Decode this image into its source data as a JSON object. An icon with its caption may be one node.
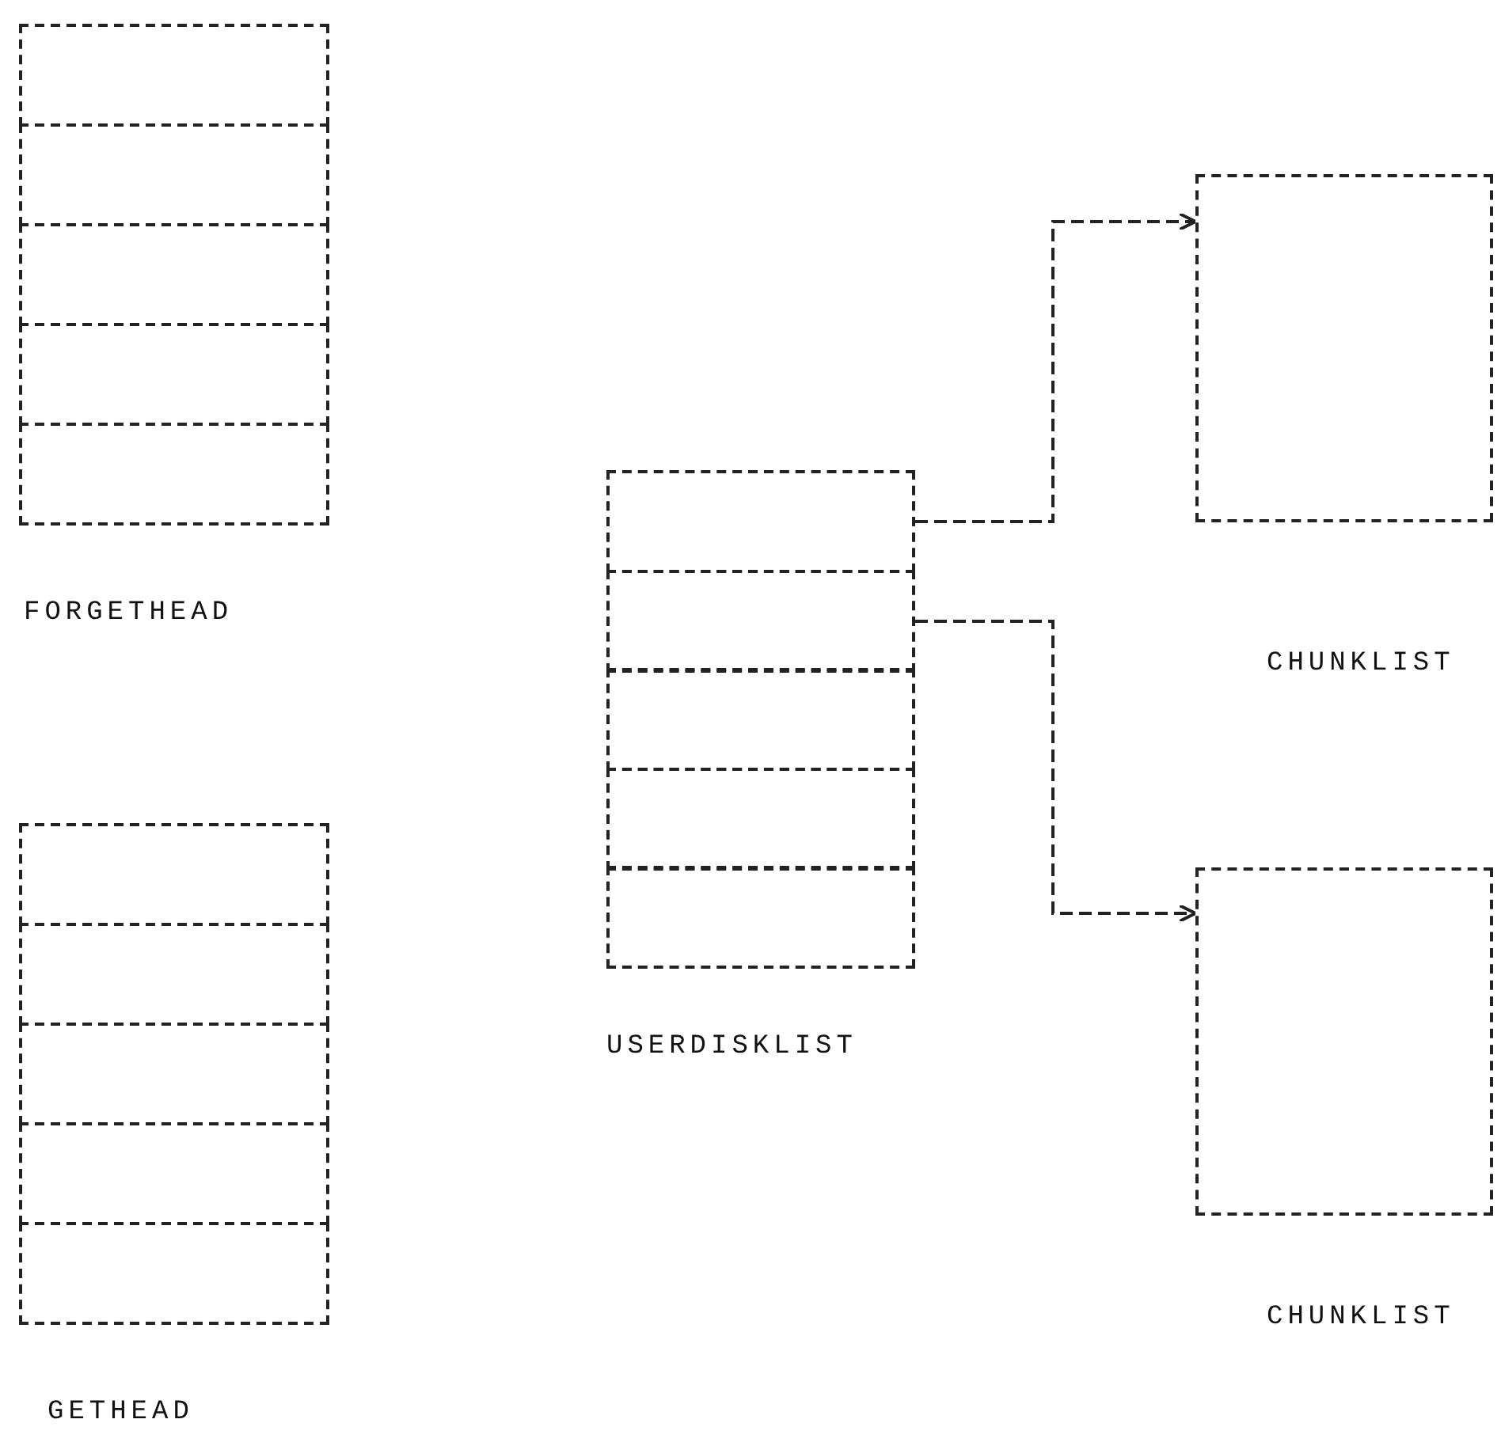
{
  "diagram": {
    "nodes": [
      {
        "text": [
          "FORGETHEAD"
        ]
      },
      {
        "text": [],
        "shape": "box",
        "in": 0
      },
      {
        "text": [],
        "shape": "box",
        "in": 0
      },
      {
        "text": [],
        "shape": "box",
        "in": 0
      },
      {
        "text": [],
        "shape": "box",
        "in": 0
      },
      {
        "text": [],
        "shape": "box",
        "in": 0
      },
      {
        "text": [
          "USERDISKLIST"
        ]
      },
      {
        "text": [],
        "shape": "box",
        "in": 6
      },
      {
        "text": [],
        "shape": "box",
        "in": 6
      },
      {
        "text": [],
        "shape": "box",
        "in": 6
      },
      {
        "text": [],
        "shape": "box",
        "in": 6
      },
      {
        "text": [],
        "shape": "box",
        "in": 6
      },
      {
        "text": [
          "CHUNKLIST"
        ]
      },
      {
        "text": [
          "CHUNKLIST"
        ]
      },
      {
        "text": [
          "GETHEAD"
        ]
      },
      {
        "text": [],
        "shape": "box",
        "in": 14
      },
      {
        "text": [],
        "shape": "box",
        "in": 14
      },
      {
        "text": [],
        "shape": "box",
        "in": 14
      },
      {
        "text": [],
        "shape": "box",
        "in": 14
      },
      {
        "text": [],
        "shape": "box",
        "in": 14
      }
    ],
    "edges": [
      {
        "from": 7,
        "to": 12,
        "arrow": "to"
      },
      {
        "from": 8,
        "to": 13,
        "arrow": "to"
      }
    ]
  }
}
